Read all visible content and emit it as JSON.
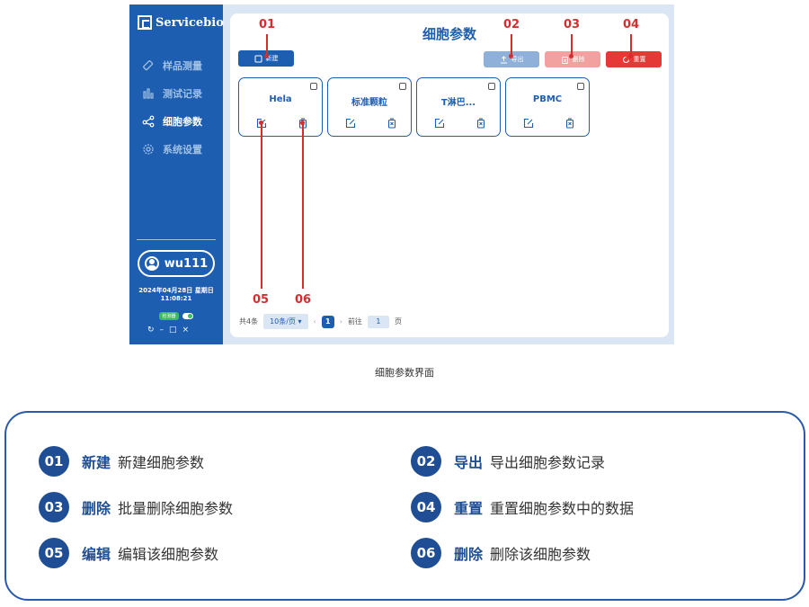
{
  "app": {
    "logo_text": "Servicebio",
    "nav": [
      {
        "label": "样品测量",
        "icon": "ruler-icon",
        "active": false
      },
      {
        "label": "测试记录",
        "icon": "bar-chart-icon",
        "active": false
      },
      {
        "label": "细胞参数",
        "icon": "share-nodes-icon",
        "active": true
      },
      {
        "label": "系统设置",
        "icon": "gear-icon",
        "active": false
      }
    ],
    "user": "wu111",
    "date": "2024年04月28日 星期日",
    "time": "11:08:21",
    "status_badge": "检测器",
    "window_controls": [
      "refresh-icon",
      "minimize-icon",
      "maximize-icon",
      "close-icon"
    ]
  },
  "main": {
    "title": "细胞参数",
    "buttons": {
      "new": "新建",
      "export": "导出",
      "delete": "删除",
      "reset": "重置"
    },
    "cards": [
      "Hela",
      "标准颗粒",
      "T淋巴...",
      "PBMC"
    ],
    "pagination": {
      "total": "共4条",
      "page_size": "10条/页",
      "current_page": "1",
      "goto_label": "前往",
      "goto_value": "1",
      "page_unit": "页"
    }
  },
  "callouts": [
    "01",
    "02",
    "03",
    "04",
    "05",
    "06"
  ],
  "caption": "细胞参数界面",
  "legend": [
    {
      "num": "01",
      "key": "新建",
      "desc": "新建细胞参数"
    },
    {
      "num": "02",
      "key": "导出",
      "desc": "导出细胞参数记录"
    },
    {
      "num": "03",
      "key": "删除",
      "desc": "批量删除细胞参数"
    },
    {
      "num": "04",
      "key": "重置",
      "desc": "重置细胞参数中的数据"
    },
    {
      "num": "05",
      "key": "编辑",
      "desc": "编辑该细胞参数"
    },
    {
      "num": "06",
      "key": "删除",
      "desc": "删除该细胞参数"
    }
  ],
  "colors": {
    "primary": "#1e5eb0",
    "legend_blue": "#1f4e94",
    "callout_red": "#d32f2f",
    "reset_red": "#e53935",
    "status_green": "#3dbb5e"
  }
}
